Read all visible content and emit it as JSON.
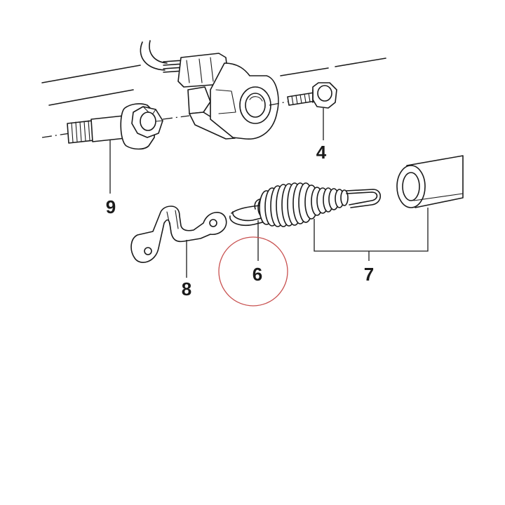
{
  "callouts": {
    "part_4": "4",
    "part_6": "6",
    "part_7": "7",
    "part_8": "8",
    "part_9": "9"
  },
  "colors": {
    "ink": "#1a1a1a",
    "highlight_circle": "#c8504f",
    "background": "#ffffff"
  }
}
